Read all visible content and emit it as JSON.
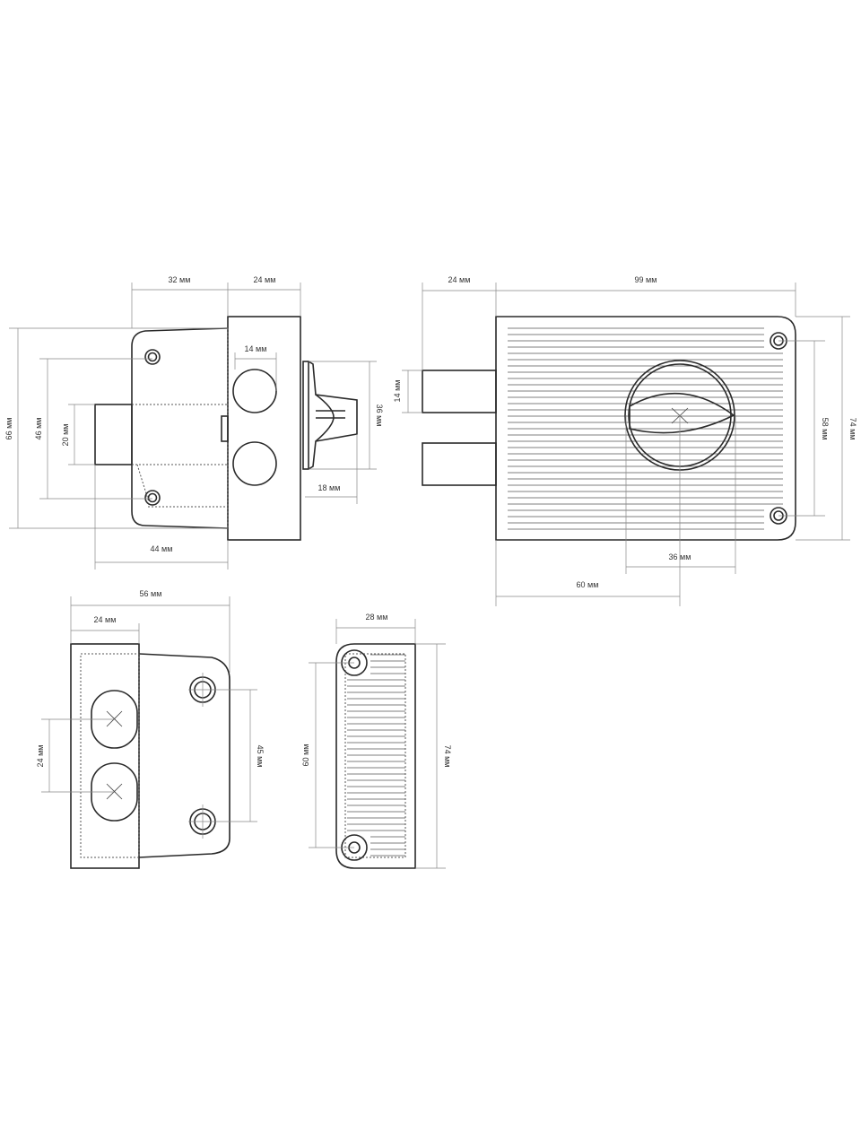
{
  "side_view": {
    "dims": {
      "body_depth": "32 мм",
      "box_depth": "24 мм",
      "height": "66 мм",
      "hole_spacing": "46 мм",
      "bolt_height": "20 мм",
      "hole_diameter": "14 мм",
      "knob_height": "36 мм",
      "knob_depth": "18 мм",
      "bolt_to_box": "44 мм"
    }
  },
  "front_view": {
    "dims": {
      "bolt_projection": "24 мм",
      "width": "99 мм",
      "bolt_height": "14 мм",
      "hole_spacing": "58 мм",
      "height": "74 мм",
      "knob_diameter": "36 мм",
      "knob_offset": "60 мм"
    }
  },
  "keeper_view": {
    "dims": {
      "width": "56 мм",
      "box_width": "24 мм",
      "hole_spacing": "24 мм",
      "screw_spacing": "45 мм"
    }
  },
  "plate_view": {
    "dims": {
      "width": "28 мм",
      "screw_spacing": "60 мм",
      "height": "74 мм"
    }
  }
}
